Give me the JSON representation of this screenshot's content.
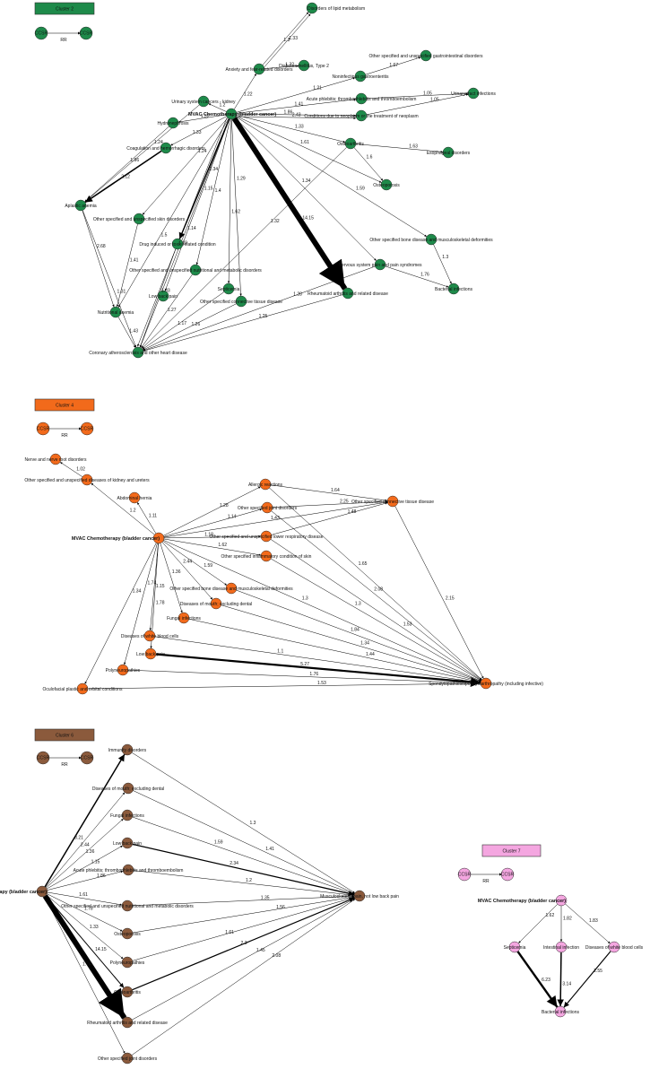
{
  "clusters": [
    {
      "id": "c2",
      "title": "Cluster 2",
      "color": "#1e8a4a",
      "legend": {
        "from": "CCSR",
        "to": "CCSR",
        "rel": "RR"
      },
      "nodes": [
        {
          "id": "mvac",
          "label": "MVAC Chemotherapy (bladder cancer)",
          "bold": true
        },
        {
          "id": "lipid",
          "label": "Disorders of lipid metabolism"
        },
        {
          "id": "anx",
          "label": "Anxiety and fear-related disorders"
        },
        {
          "id": "dm2",
          "label": "Diabetes mellitus, Type 2"
        },
        {
          "id": "gi",
          "label": "Other specified and unspecified gastrointestinal disorders"
        },
        {
          "id": "gastro",
          "label": "Noninfectious gastroenteritis"
        },
        {
          "id": "phleb",
          "label": "Acute phlebitis; thrombophlebitis and thromboembolism"
        },
        {
          "id": "uti",
          "label": "Urinary tract infections"
        },
        {
          "id": "neoplasm",
          "label": "Conditions due to neoplasm or the treatment of neoplasm"
        },
        {
          "id": "kidney",
          "label": "Urinary system cancers - kidney"
        },
        {
          "id": "hydro",
          "label": "Hydronephrosis"
        },
        {
          "id": "coag",
          "label": "Coagulation and hemorrhagic disorders"
        },
        {
          "id": "osteo",
          "label": "Osteoarthritis"
        },
        {
          "id": "esoph",
          "label": "Esophageal disorders"
        },
        {
          "id": "osteop",
          "label": "Osteoporosis"
        },
        {
          "id": "aplastic",
          "label": "Aplastic anemia"
        },
        {
          "id": "skin",
          "label": "Other specified and unspecified skin disorders"
        },
        {
          "id": "drug",
          "label": "Drug induced or toxic related condition"
        },
        {
          "id": "bone",
          "label": "Other specified bone disease and musculoskeletal deformities"
        },
        {
          "id": "nutr_meta",
          "label": "Other specified and unspecified nutritional and metabolic disorders"
        },
        {
          "id": "nerv",
          "label": "Nervous system pain and pain syndromes"
        },
        {
          "id": "bact",
          "label": "Bacterial infections"
        },
        {
          "id": "septic",
          "label": "Septicemia"
        },
        {
          "id": "lowback",
          "label": "Low back pain"
        },
        {
          "id": "rheum",
          "label": "Rheumatoid arthritis and related disease"
        },
        {
          "id": "conn",
          "label": "Other specified connective tissue disease"
        },
        {
          "id": "nutr_anemia",
          "label": "Nutritional anemia"
        },
        {
          "id": "coronary",
          "label": "Coronary atherosclerosis and other heart disease"
        }
      ],
      "edges": [
        {
          "from": "mvac",
          "to": "anx",
          "label": "1.22"
        },
        {
          "from": "anx",
          "to": "lipid",
          "label": "1.3"
        },
        {
          "from": "anx",
          "to": "lipid",
          "label": "1.33"
        },
        {
          "from": "anx",
          "to": "dm2",
          "label": "1.32"
        },
        {
          "from": "mvac",
          "to": "gastro",
          "label": "1.21"
        },
        {
          "from": "gastro",
          "to": "gi",
          "label": "1.67"
        },
        {
          "from": "mvac",
          "to": "phleb",
          "label": "1.41"
        },
        {
          "from": "phleb",
          "to": "uti",
          "label": "1.05"
        },
        {
          "from": "neoplasm",
          "to": "uti",
          "label": "1.05"
        },
        {
          "from": "mvac",
          "to": "neoplasm",
          "label": "1.86"
        },
        {
          "from": "mvac",
          "to": "neoplasm",
          "label": "2.43"
        },
        {
          "from": "mvac",
          "to": "osteo",
          "label": "1.33"
        },
        {
          "from": "osteo",
          "to": "esoph",
          "label": "1.63"
        },
        {
          "from": "osteo",
          "to": "osteop",
          "label": "1.6"
        },
        {
          "from": "mvac",
          "to": "osteop",
          "label": "1.61"
        },
        {
          "from": "mvac",
          "to": "kidney",
          "label": "1.2"
        },
        {
          "from": "mvac",
          "to": "hydro",
          "label": "1.32"
        },
        {
          "from": "mvac",
          "to": "coag",
          "label": "1.33"
        },
        {
          "from": "kidney",
          "to": "aplastic",
          "label": "1.24"
        },
        {
          "from": "hydro",
          "to": "aplastic",
          "label": "1.96"
        },
        {
          "from": "coag",
          "to": "aplastic",
          "label": "2.12",
          "w": 1.6
        },
        {
          "from": "mvac",
          "to": "bone",
          "label": "1.59"
        },
        {
          "from": "bone",
          "to": "bact",
          "label": "1.3"
        },
        {
          "from": "mvac",
          "to": "nerv",
          "label": "1.34"
        },
        {
          "from": "nerv",
          "to": "bact",
          "label": "1.76"
        },
        {
          "from": "mvac",
          "to": "rheum",
          "label": "14.15",
          "w": 6
        },
        {
          "from": "mvac",
          "to": "skin",
          "label": "1.24"
        },
        {
          "from": "mvac",
          "to": "drug",
          "label": "2.34",
          "w": 1.4
        },
        {
          "from": "mvac",
          "to": "nutr_meta",
          "label": "1.4"
        },
        {
          "from": "mvac",
          "to": "septic",
          "label": "1.62"
        },
        {
          "from": "mvac",
          "to": "conn",
          "label": "1.29"
        },
        {
          "from": "mvac",
          "to": "lowback",
          "label": "1.15"
        },
        {
          "from": "mvac",
          "to": "coronary",
          "label": "1.14"
        },
        {
          "from": "mvac",
          "to": "coronary",
          "label": "1.28"
        },
        {
          "from": "mvac",
          "to": "nutr_anemia",
          "label": "1.5"
        },
        {
          "from": "aplastic",
          "to": "nutr_anemia",
          "label": "2.68"
        },
        {
          "from": "skin",
          "to": "nutr_anemia",
          "label": "1.41"
        },
        {
          "from": "nutr_anemia",
          "to": "coronary",
          "label": "1.43"
        },
        {
          "from": "aplastic",
          "to": "coronary",
          "label": "1.31"
        },
        {
          "from": "osteo",
          "to": "coronary",
          "label": "1.32"
        },
        {
          "from": "drug",
          "to": "coronary",
          "label": "1.33"
        },
        {
          "from": "nutr_meta",
          "to": "coronary",
          "label": "1.27"
        },
        {
          "from": "septic",
          "to": "coronary",
          "label": "1.17"
        },
        {
          "from": "nerv",
          "to": "coronary",
          "label": "1.28"
        },
        {
          "from": "rheum",
          "to": "coronary",
          "label": "1.25"
        },
        {
          "from": "conn",
          "to": "coronary",
          "label": "1.26"
        }
      ]
    },
    {
      "id": "c4",
      "title": "Cluster 4",
      "color": "#f26a1b",
      "legend": {
        "from": "CCSR",
        "to": "CCSR",
        "rel": "RR"
      },
      "nodes": [
        {
          "id": "mvac",
          "label": "MVAC Chemotherapy (bladder cancer)",
          "bold": true
        },
        {
          "id": "nerve",
          "label": "Nerve and nerve root disorders"
        },
        {
          "id": "kid",
          "label": "Other specified and unspecified diseases of kidney and ureters"
        },
        {
          "id": "abd",
          "label": "Abdominal hernia"
        },
        {
          "id": "allergic",
          "label": "Allergic reactions"
        },
        {
          "id": "joint",
          "label": "Other specified joint disorders"
        },
        {
          "id": "ctd",
          "label": "Other specified connective tissue disease"
        },
        {
          "id": "resp",
          "label": "Other specified and unspecified lower respiratory disease"
        },
        {
          "id": "skininf",
          "label": "Other specified inflammatory condition of skin"
        },
        {
          "id": "bone",
          "label": "Other specified bone disease and musculoskeletal deformities"
        },
        {
          "id": "mouth",
          "label": "Diseases of mouth; excluding dental"
        },
        {
          "id": "fungal",
          "label": "Fungal infections"
        },
        {
          "id": "wbc",
          "label": "Diseases of white blood cells"
        },
        {
          "id": "lowback",
          "label": "Low back pain"
        },
        {
          "id": "poly",
          "label": "Polyneuropathies"
        },
        {
          "id": "ocular",
          "label": "Oculofacial plastic and orbital conditions"
        },
        {
          "id": "spondy",
          "label": "Spondylopathies/spondyloarthropathy (including infective)"
        }
      ],
      "edges": [
        {
          "from": "kid",
          "to": "nerve",
          "label": "1.02"
        },
        {
          "from": "mvac",
          "to": "kid",
          "label": "1.2"
        },
        {
          "from": "mvac",
          "to": "abd",
          "label": "1.11"
        },
        {
          "from": "mvac",
          "to": "allergic",
          "label": "1.28"
        },
        {
          "from": "mvac",
          "to": "joint",
          "label": "1.14"
        },
        {
          "from": "mvac",
          "to": "resp",
          "label": "1.18"
        },
        {
          "from": "mvac",
          "to": "ctd",
          "label": "1.43"
        },
        {
          "from": "mvac",
          "to": "skininf",
          "label": "1.62"
        },
        {
          "from": "mvac",
          "to": "bone",
          "label": "1.59"
        },
        {
          "from": "mvac",
          "to": "mouth",
          "label": "2.44"
        },
        {
          "from": "mvac",
          "to": "fungal",
          "label": "1.36"
        },
        {
          "from": "mvac",
          "to": "wbc",
          "label": "1.15"
        },
        {
          "from": "mvac",
          "to": "lowback",
          "label": "1.78"
        },
        {
          "from": "mvac",
          "to": "ocular",
          "label": "1.34"
        },
        {
          "from": "mvac",
          "to": "spondy",
          "label": "1.3"
        },
        {
          "from": "allergic",
          "to": "ctd",
          "label": "1.64"
        },
        {
          "from": "joint",
          "to": "ctd",
          "label": "2.25"
        },
        {
          "from": "resp",
          "to": "ctd",
          "label": "1.48"
        },
        {
          "from": "allergic",
          "to": "spondy",
          "label": "1.65"
        },
        {
          "from": "joint",
          "to": "spondy",
          "label": "2.08"
        },
        {
          "from": "ctd",
          "to": "spondy",
          "label": "2.15"
        },
        {
          "from": "resp",
          "to": "spondy",
          "label": "1.53"
        },
        {
          "from": "skininf",
          "to": "spondy",
          "label": "1.3"
        },
        {
          "from": "bone",
          "to": "spondy",
          "label": "1.84"
        },
        {
          "from": "mouth",
          "to": "spondy",
          "label": "1.34"
        },
        {
          "from": "fungal",
          "to": "spondy",
          "label": "1.44"
        },
        {
          "from": "wbc",
          "to": "spondy",
          "label": "1.1"
        },
        {
          "from": "lowback",
          "to": "spondy",
          "label": "5.27",
          "w": 2.2
        },
        {
          "from": "poly",
          "to": "spondy",
          "label": "1.76"
        },
        {
          "from": "ocular",
          "to": "spondy",
          "label": "1.53"
        },
        {
          "from": "mvac",
          "to": "poly",
          "label": "1.74"
        }
      ]
    },
    {
      "id": "c6",
      "title": "Cluster 6",
      "color": "#8b5a3c",
      "legend": {
        "from": "CCSR",
        "to": "CCSR",
        "rel": "RR"
      },
      "nodes": [
        {
          "id": "mvac",
          "label": "MVAC Chemotherapy (bladder cancer)",
          "bold": true
        },
        {
          "id": "immun",
          "label": "Immunity disorders"
        },
        {
          "id": "mouth",
          "label": "Diseases of mouth; excluding dental"
        },
        {
          "id": "fungal",
          "label": "Fungal infections"
        },
        {
          "id": "lowback",
          "label": "Low back pain"
        },
        {
          "id": "phleb",
          "label": "Acute phlebitis; thrombophlebitis and thromboembolism"
        },
        {
          "id": "nutr",
          "label": "Other specified and unspecified nutritional and metabolic disorders"
        },
        {
          "id": "osteop",
          "label": "Osteoporosis"
        },
        {
          "id": "poly",
          "label": "Polyneuropathies"
        },
        {
          "id": "osteo",
          "label": "Osteoarthritis"
        },
        {
          "id": "rheum",
          "label": "Rheumatoid arthritis and related disease"
        },
        {
          "id": "joint",
          "label": "Other specified joint disorders"
        },
        {
          "id": "musc",
          "label": "Musculoskeletal pain, not low back pain"
        }
      ],
      "edges": [
        {
          "from": "mvac",
          "to": "immun",
          "label": "3.21",
          "w": 1.5
        },
        {
          "from": "mvac",
          "to": "mouth",
          "label": "2.44"
        },
        {
          "from": "mvac",
          "to": "fungal",
          "label": "1.36"
        },
        {
          "from": "mvac",
          "to": "lowback",
          "label": "1.15"
        },
        {
          "from": "mvac",
          "to": "phleb",
          "label": "1.86"
        },
        {
          "from": "mvac",
          "to": "nutr",
          "label": "1.61"
        },
        {
          "from": "mvac",
          "to": "osteop",
          "label": "1.78"
        },
        {
          "from": "mvac",
          "to": "poly",
          "label": "1.33"
        },
        {
          "from": "mvac",
          "to": "osteo",
          "label": "14.15",
          "w": 1
        },
        {
          "from": "mvac",
          "to": "rheum",
          "label": "",
          "w": 6
        },
        {
          "from": "mvac",
          "to": "joint",
          "label": "1.74"
        },
        {
          "from": "immun",
          "to": "musc",
          "label": "1.3"
        },
        {
          "from": "mouth",
          "to": "musc",
          "label": "1.41"
        },
        {
          "from": "fungal",
          "to": "musc",
          "label": "1.59"
        },
        {
          "from": "lowback",
          "to": "musc",
          "label": "2.34",
          "w": 1.3
        },
        {
          "from": "phleb",
          "to": "musc",
          "label": "1.2"
        },
        {
          "from": "nutr",
          "to": "musc",
          "label": "1.35"
        },
        {
          "from": "osteop",
          "to": "musc",
          "label": "1.56"
        },
        {
          "from": "poly",
          "to": "musc",
          "label": "1.61"
        },
        {
          "from": "osteo",
          "to": "musc",
          "label": "2.3",
          "w": 1.2
        },
        {
          "from": "rheum",
          "to": "musc",
          "label": "1.45"
        },
        {
          "from": "joint",
          "to": "musc",
          "label": "2.08"
        }
      ]
    },
    {
      "id": "c7",
      "title": "Cluster 7",
      "color": "#f4a6e0",
      "legend": {
        "from": "CCSR",
        "to": "CCSR",
        "rel": "RR"
      },
      "nodes": [
        {
          "id": "mvac",
          "label": "MVAC Chemotherapy (bladder cancer)",
          "bold": true
        },
        {
          "id": "septic",
          "label": "Septicemia"
        },
        {
          "id": "intest",
          "label": "Intestinal infection"
        },
        {
          "id": "wbc",
          "label": "Diseases of white blood cells"
        },
        {
          "id": "bact",
          "label": "Bacterial infections"
        }
      ],
      "edges": [
        {
          "from": "mvac",
          "to": "septic",
          "label": "1.62"
        },
        {
          "from": "mvac",
          "to": "intest",
          "label": "1.82"
        },
        {
          "from": "mvac",
          "to": "wbc",
          "label": "1.83"
        },
        {
          "from": "septic",
          "to": "bact",
          "label": "6.23",
          "w": 2.4
        },
        {
          "from": "intest",
          "to": "bact",
          "label": "3.14",
          "w": 1.5
        },
        {
          "from": "wbc",
          "to": "bact",
          "label": "2.55",
          "w": 1.2
        }
      ]
    }
  ]
}
